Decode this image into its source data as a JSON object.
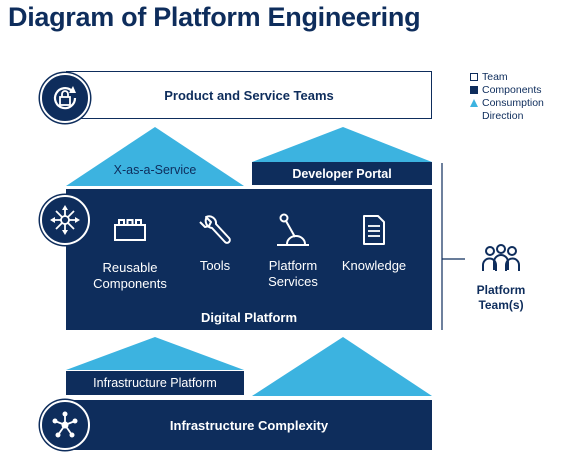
{
  "title": "Diagram of Platform Engineering",
  "legend": {
    "team": "Team",
    "components": "Components",
    "consumption": "Consumption",
    "direction": "Direction"
  },
  "teams_box": {
    "label": "Product and Service Teams"
  },
  "xaas": {
    "label": "X-as-a-Service"
  },
  "developer_portal": {
    "label": "Developer Portal"
  },
  "digital_platform": {
    "label": "Digital Platform",
    "items": [
      {
        "line1": "Reusable",
        "line2": "Components",
        "icon": "blocks-icon"
      },
      {
        "line1": "Tools",
        "line2": "",
        "icon": "wrench-icon"
      },
      {
        "line1": "Platform",
        "line2": "Services",
        "icon": "lever-icon"
      },
      {
        "line1": "Knowledge",
        "line2": "",
        "icon": "document-icon"
      }
    ]
  },
  "platform_teams": {
    "line1": "Platform",
    "line2": "Team(s)"
  },
  "infrastructure_platform": {
    "label": "Infrastructure Platform"
  },
  "infrastructure_complexity": {
    "label": "Infrastructure Complexity"
  },
  "colors": {
    "navy": "#0e2d5c",
    "light_blue": "#3cb3e0",
    "white": "#ffffff"
  }
}
